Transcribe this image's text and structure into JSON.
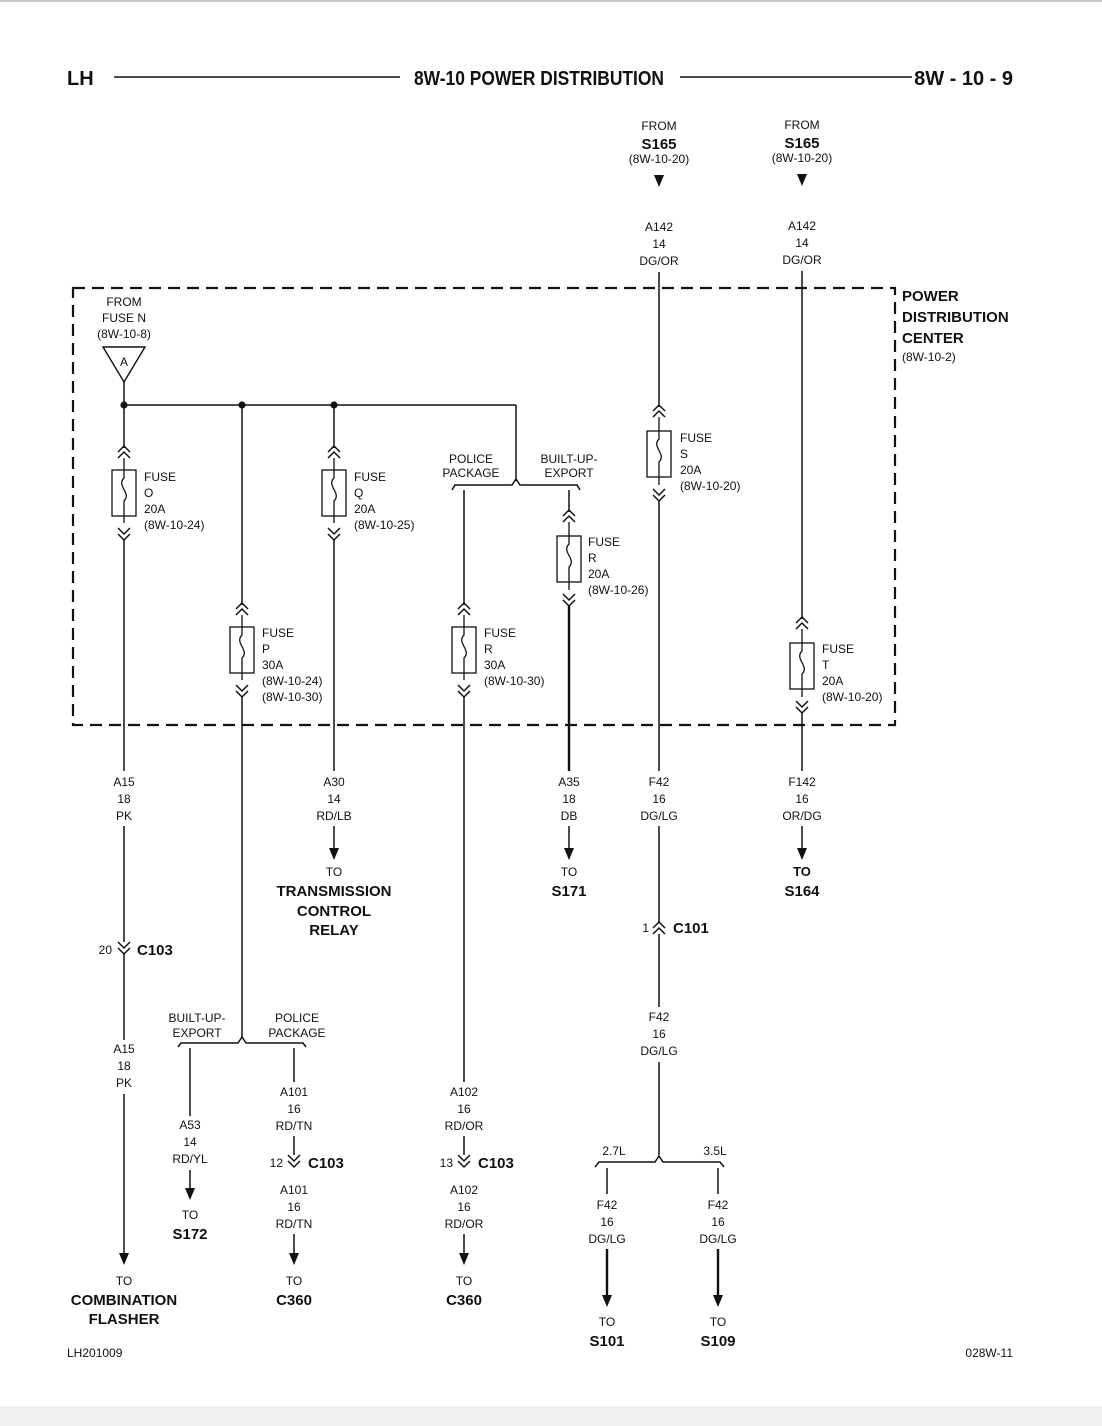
{
  "header": {
    "left": "LH",
    "center": "8W-10 POWER DISTRIBUTION",
    "right": "8W - 10 - 9"
  },
  "footer": {
    "left": "LH201009",
    "right": "028W-11"
  },
  "pdc": {
    "lines": [
      "POWER",
      "DISTRIBUTION",
      "CENTER"
    ],
    "ref": "(8W-10-2)"
  },
  "top_source": {
    "lines": [
      "FROM",
      "FUSE N",
      "(8W-10-8)"
    ],
    "connector": "A"
  },
  "s165_left": {
    "from": "FROM",
    "name": "S165",
    "ref": "(8W-10-20)",
    "wire": [
      "A142",
      "14",
      "DG/OR"
    ]
  },
  "s165_right": {
    "from": "FROM",
    "name": "S165",
    "ref": "(8W-10-20)",
    "wire": [
      "A142",
      "14",
      "DG/OR"
    ]
  },
  "fuses": {
    "O": {
      "lines": [
        "FUSE",
        "O",
        "20A",
        "(8W-10-24)"
      ]
    },
    "P": {
      "lines": [
        "FUSE",
        "P",
        "30A",
        "(8W-10-24)",
        "(8W-10-30)"
      ]
    },
    "Q": {
      "lines": [
        "FUSE",
        "Q",
        "20A",
        "(8W-10-25)"
      ]
    },
    "R30": {
      "lines": [
        "FUSE",
        "R",
        "30A",
        "(8W-10-30)"
      ]
    },
    "R20": {
      "lines": [
        "FUSE",
        "R",
        "20A",
        "(8W-10-26)"
      ]
    },
    "S": {
      "lines": [
        "FUSE",
        "S",
        "20A",
        "(8W-10-20)"
      ]
    },
    "T": {
      "lines": [
        "FUSE",
        "T",
        "20A",
        "(8W-10-20)"
      ]
    }
  },
  "options_top": {
    "left": [
      "POLICE",
      "PACKAGE"
    ],
    "right": [
      "BUILT-UP-",
      "EXPORT"
    ]
  },
  "options_bottom": {
    "left": [
      "BUILT-UP-",
      "EXPORT"
    ],
    "right": [
      "POLICE",
      "PACKAGE"
    ]
  },
  "engine_split": {
    "left": "2.7L",
    "right": "3.5L"
  },
  "wires": {
    "a15_top": [
      "A15",
      "18",
      "PK"
    ],
    "a15_bot": [
      "A15",
      "18",
      "PK"
    ],
    "a30": [
      "A30",
      "14",
      "RD/LB"
    ],
    "a35": [
      "A35",
      "18",
      "DB"
    ],
    "f42_top": [
      "F42",
      "16",
      "DG/LG"
    ],
    "f42_mid": [
      "F42",
      "16",
      "DG/LG"
    ],
    "f42_l": [
      "F42",
      "16",
      "DG/LG"
    ],
    "f42_r": [
      "F42",
      "16",
      "DG/LG"
    ],
    "f142": [
      "F142",
      "16",
      "OR/DG"
    ],
    "a53": [
      "A53",
      "14",
      "RD/YL"
    ],
    "a101_top": [
      "A101",
      "16",
      "RD/TN"
    ],
    "a101_bot": [
      "A101",
      "16",
      "RD/TN"
    ],
    "a102_top": [
      "A102",
      "16",
      "RD/OR"
    ],
    "a102_bot": [
      "A102",
      "16",
      "RD/OR"
    ]
  },
  "connectors": {
    "c103_a15": {
      "pin": "20",
      "name": "C103"
    },
    "c101": {
      "pin": "1",
      "name": "C101"
    },
    "c103_a101": {
      "pin": "12",
      "name": "C103"
    },
    "c103_a102": {
      "pin": "13",
      "name": "C103"
    }
  },
  "destinations": {
    "tcr": {
      "to": "TO",
      "lines": [
        "TRANSMISSION",
        "CONTROL",
        "RELAY"
      ]
    },
    "s171": {
      "to": "TO",
      "name": "S171"
    },
    "s164": {
      "to": "TO",
      "name": "S164"
    },
    "flasher": {
      "to": "TO",
      "lines": [
        "COMBINATION",
        "FLASHER"
      ]
    },
    "s172": {
      "to": "TO",
      "name": "S172"
    },
    "c360_a": {
      "to": "TO",
      "name": "C360"
    },
    "c360_b": {
      "to": "TO",
      "name": "C360"
    },
    "s101": {
      "to": "TO",
      "name": "S101"
    },
    "s109": {
      "to": "TO",
      "name": "S109"
    }
  }
}
